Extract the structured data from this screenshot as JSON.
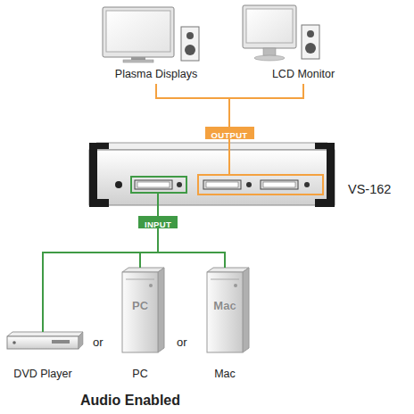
{
  "diagram": {
    "caption": "Audio Enabled",
    "nodes": [
      {
        "text": [
          "Plasma Displays"
        ]
      },
      {
        "text": [
          "LCD Monitor"
        ]
      },
      {
        "text": [
          "OUTPUT"
        ]
      },
      {
        "text": [
          "VS-162"
        ]
      },
      {
        "text": [
          "INPUT"
        ]
      },
      {
        "text": [
          "DVD Player"
        ]
      },
      {
        "text": [
          "PC",
          "PC"
        ]
      },
      {
        "text": [
          "Mac",
          "Mac"
        ]
      }
    ],
    "edges": [
      {
        "from": 0,
        "to": 2,
        "arrow": "none"
      },
      {
        "from": 1,
        "to": 2,
        "arrow": "none"
      },
      {
        "from": 2,
        "to": 3,
        "arrow": "none"
      },
      {
        "from": 4,
        "to": 3,
        "arrow": "none"
      },
      {
        "from": 5,
        "to": 4,
        "arrow": "none"
      },
      {
        "from": 6,
        "to": 4,
        "arrow": "none"
      },
      {
        "from": 7,
        "to": 4,
        "arrow": "none"
      }
    ],
    "labels": [
      "or",
      "or"
    ]
  }
}
